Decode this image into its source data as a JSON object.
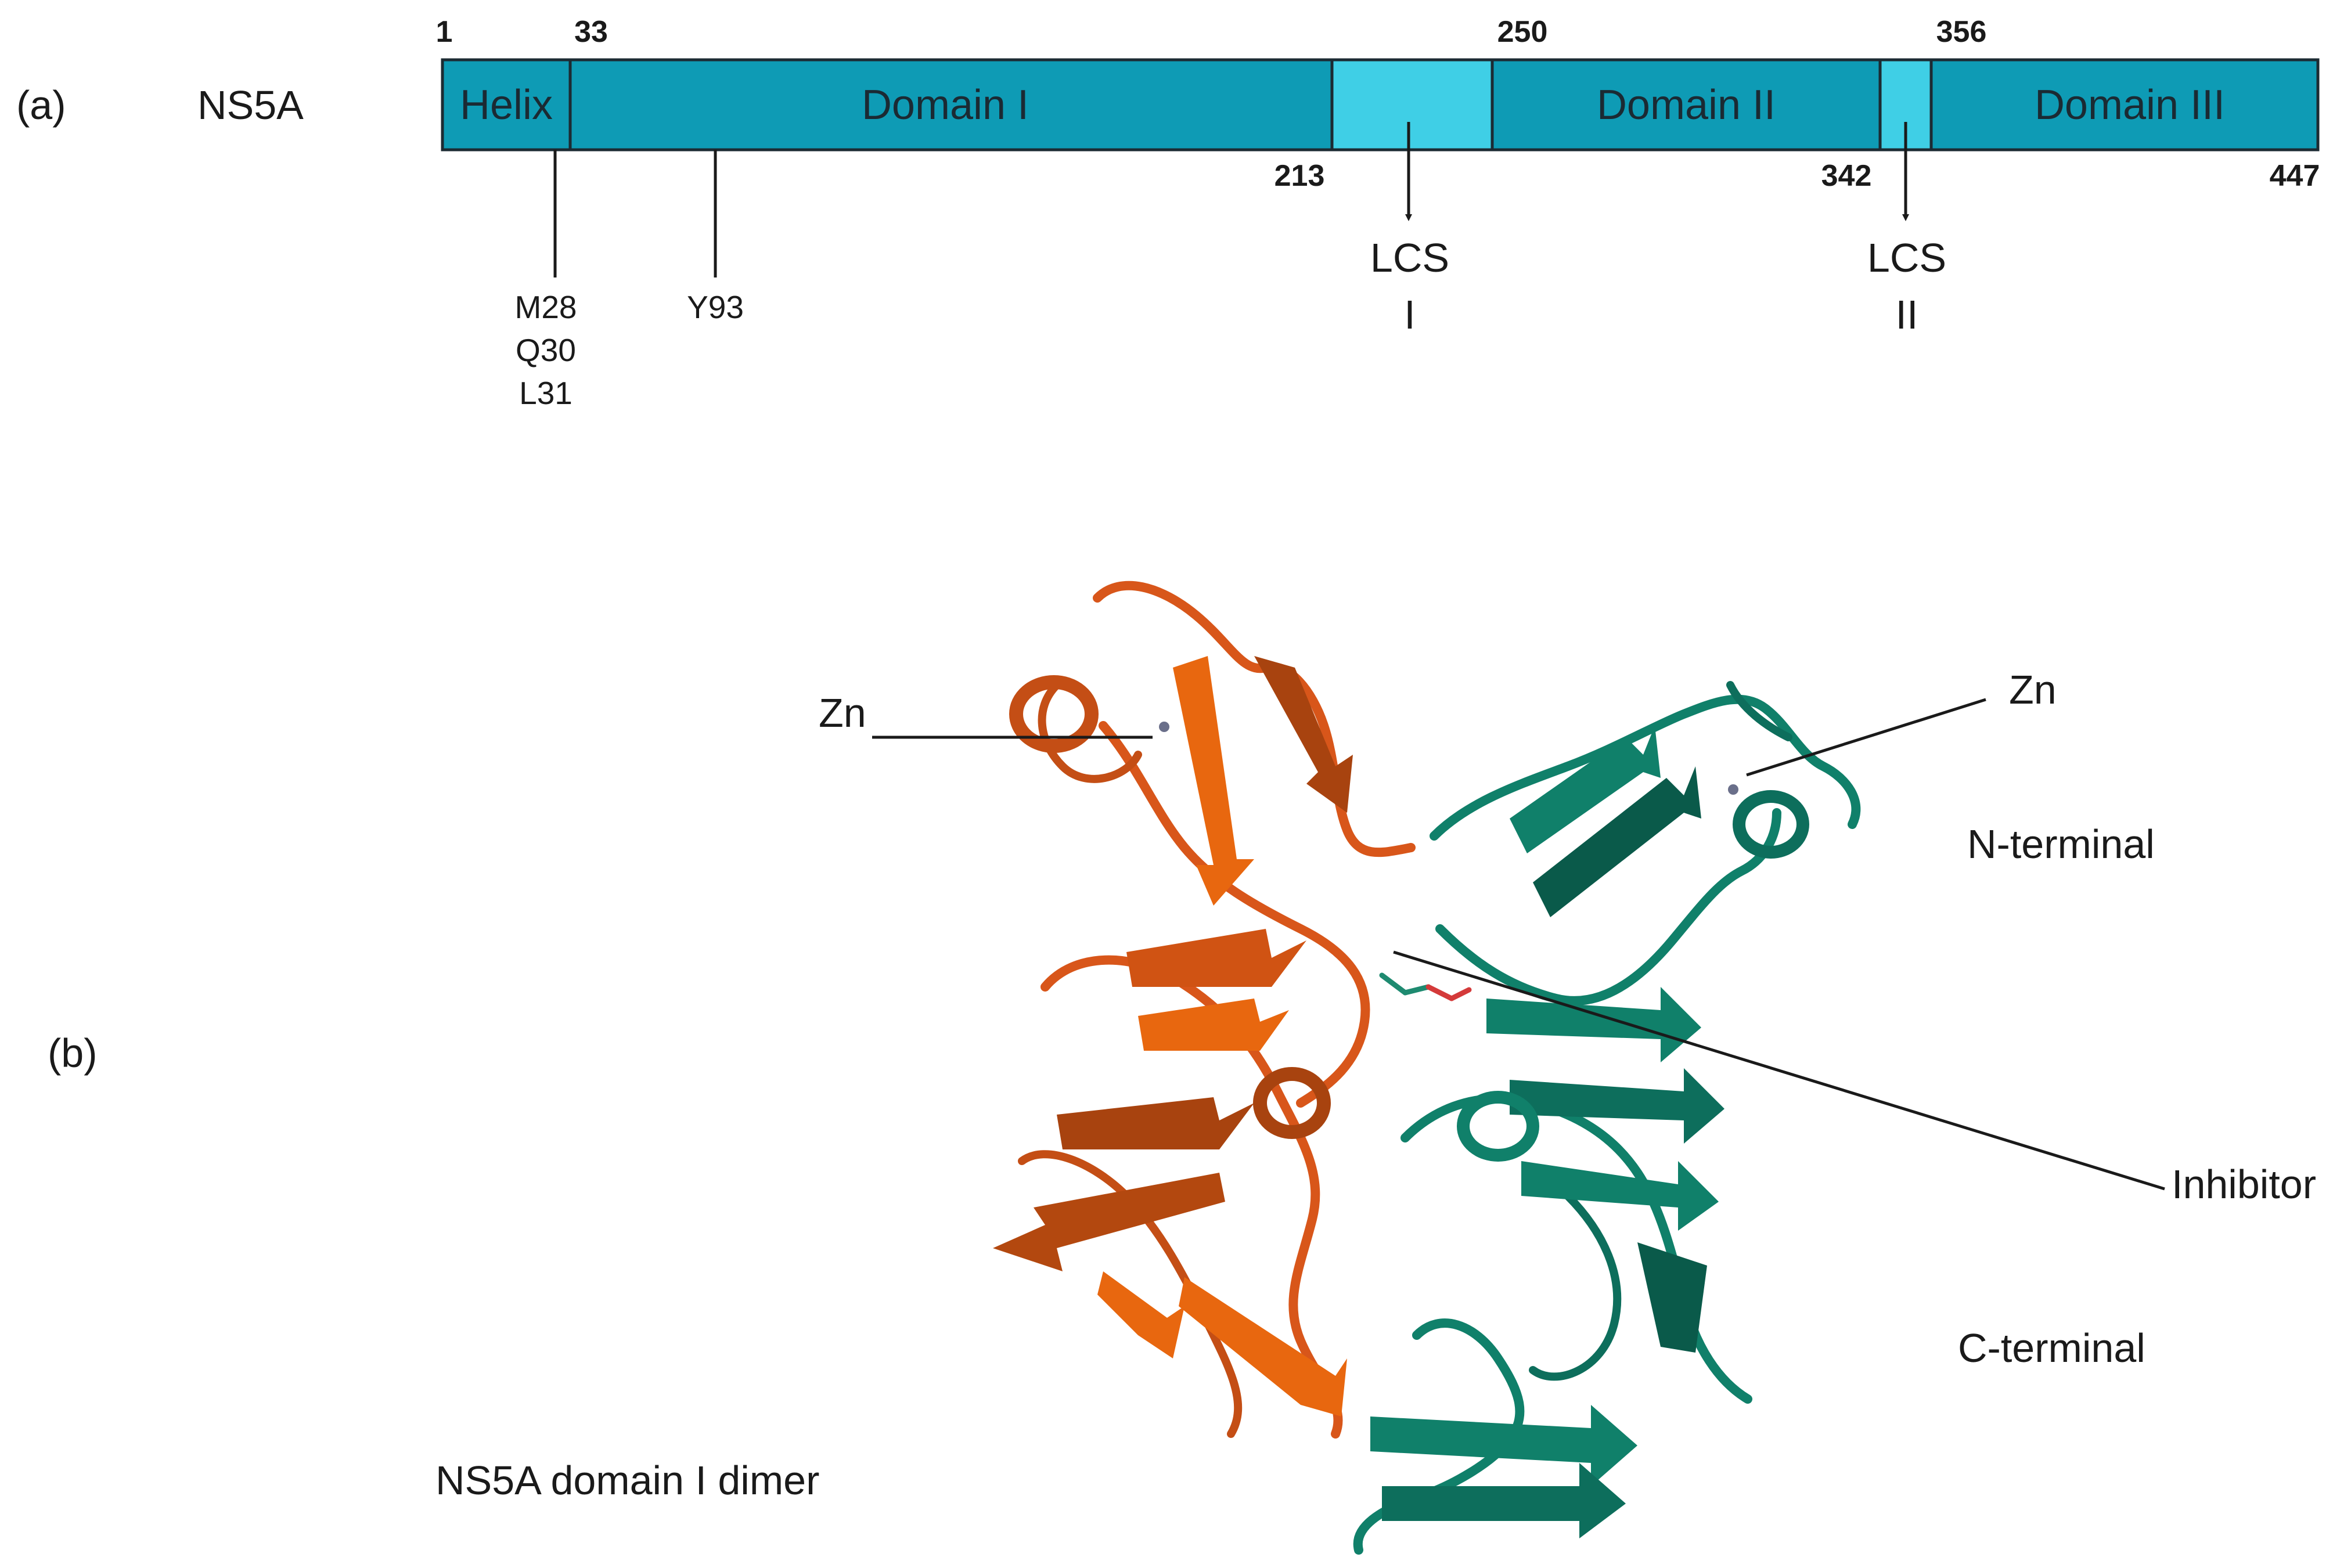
{
  "panel_a": {
    "label": "(a)",
    "protein": "NS5A",
    "colors": {
      "domain": "#0e9bb5",
      "lcs": "#3fcfe6",
      "stroke": "#1c2b33"
    },
    "segments": [
      {
        "name": "Helix",
        "kind": "domain"
      },
      {
        "name": "Domain I",
        "kind": "domain"
      },
      {
        "name": "",
        "kind": "lcs"
      },
      {
        "name": "Domain II",
        "kind": "domain"
      },
      {
        "name": "",
        "kind": "lcs"
      },
      {
        "name": "Domain III",
        "kind": "domain"
      }
    ],
    "positions_top": [
      "1",
      "33",
      "250",
      "356"
    ],
    "positions_bottom": [
      "213",
      "342",
      "447"
    ],
    "mutations": [
      {
        "lines": [
          "M28",
          "Q30",
          "L31"
        ]
      },
      {
        "lines": [
          "Y93"
        ]
      }
    ],
    "lcs_labels": [
      {
        "line1": "LCS",
        "line2": "I"
      },
      {
        "line1": "LCS",
        "line2": "II"
      }
    ]
  },
  "panel_b": {
    "label": "(b)",
    "caption": "NS5A domain I dimer",
    "colors": {
      "chain_a": "#dd5a14",
      "chain_a_dark": "#a8430f",
      "chain_b": "#10806a",
      "chain_b_dark": "#0a5a4a",
      "zinc": "#6a6f8a"
    },
    "annotations": {
      "zn_left": "Zn",
      "zn_right": "Zn",
      "n_terminal": "N-terminal",
      "c_terminal": "C-terminal",
      "inhibitor": "Inhibitor"
    }
  }
}
